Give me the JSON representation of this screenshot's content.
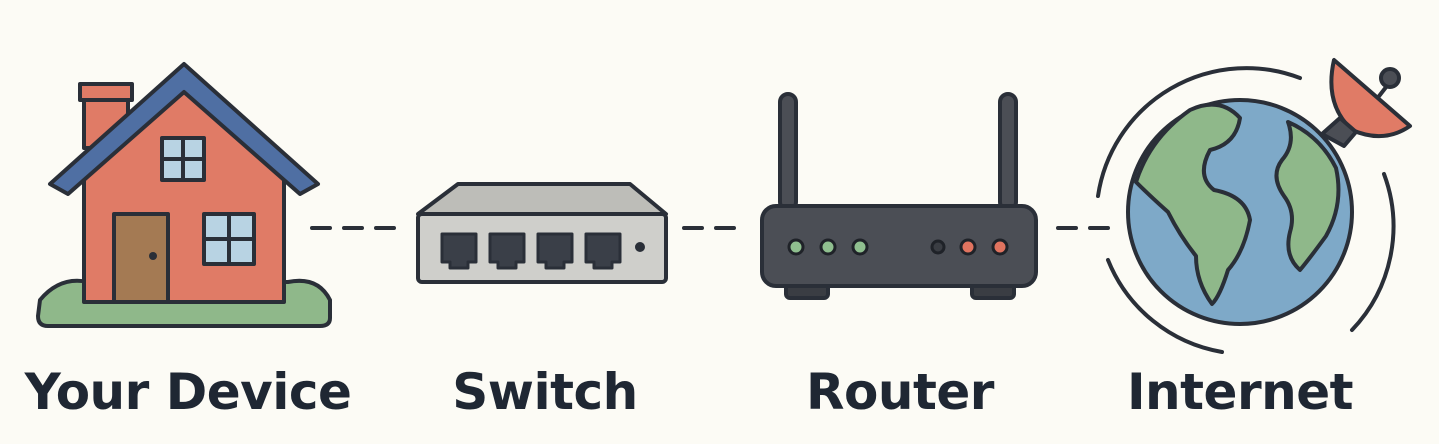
{
  "nodes": [
    {
      "id": "device",
      "label": "Your Device",
      "icon": "house-icon"
    },
    {
      "id": "switch",
      "label": "Switch",
      "icon": "network-switch-icon"
    },
    {
      "id": "router",
      "label": "Router",
      "icon": "router-icon"
    },
    {
      "id": "internet",
      "label": "Internet",
      "icon": "globe-icon"
    }
  ],
  "connectors": [
    {
      "from": "device",
      "to": "switch",
      "style": "dashed"
    },
    {
      "from": "switch",
      "to": "router",
      "style": "dashed"
    },
    {
      "from": "router",
      "to": "internet",
      "style": "dashed"
    }
  ],
  "colors": {
    "background": "#fcfbf5",
    "outline": "#2a2f38",
    "house_wall": "#e07b66",
    "roof": "#4f6fa3",
    "door": "#a47a53",
    "window": "#b8d3e3",
    "grass": "#8fb88a",
    "switch_body": "#cfcfcb",
    "router_body": "#4b4e55",
    "led_green": "#8fbf8f",
    "led_orange": "#e0735f",
    "ocean": "#7ea9c8",
    "land": "#8fb88a",
    "dish": "#e07b66"
  }
}
